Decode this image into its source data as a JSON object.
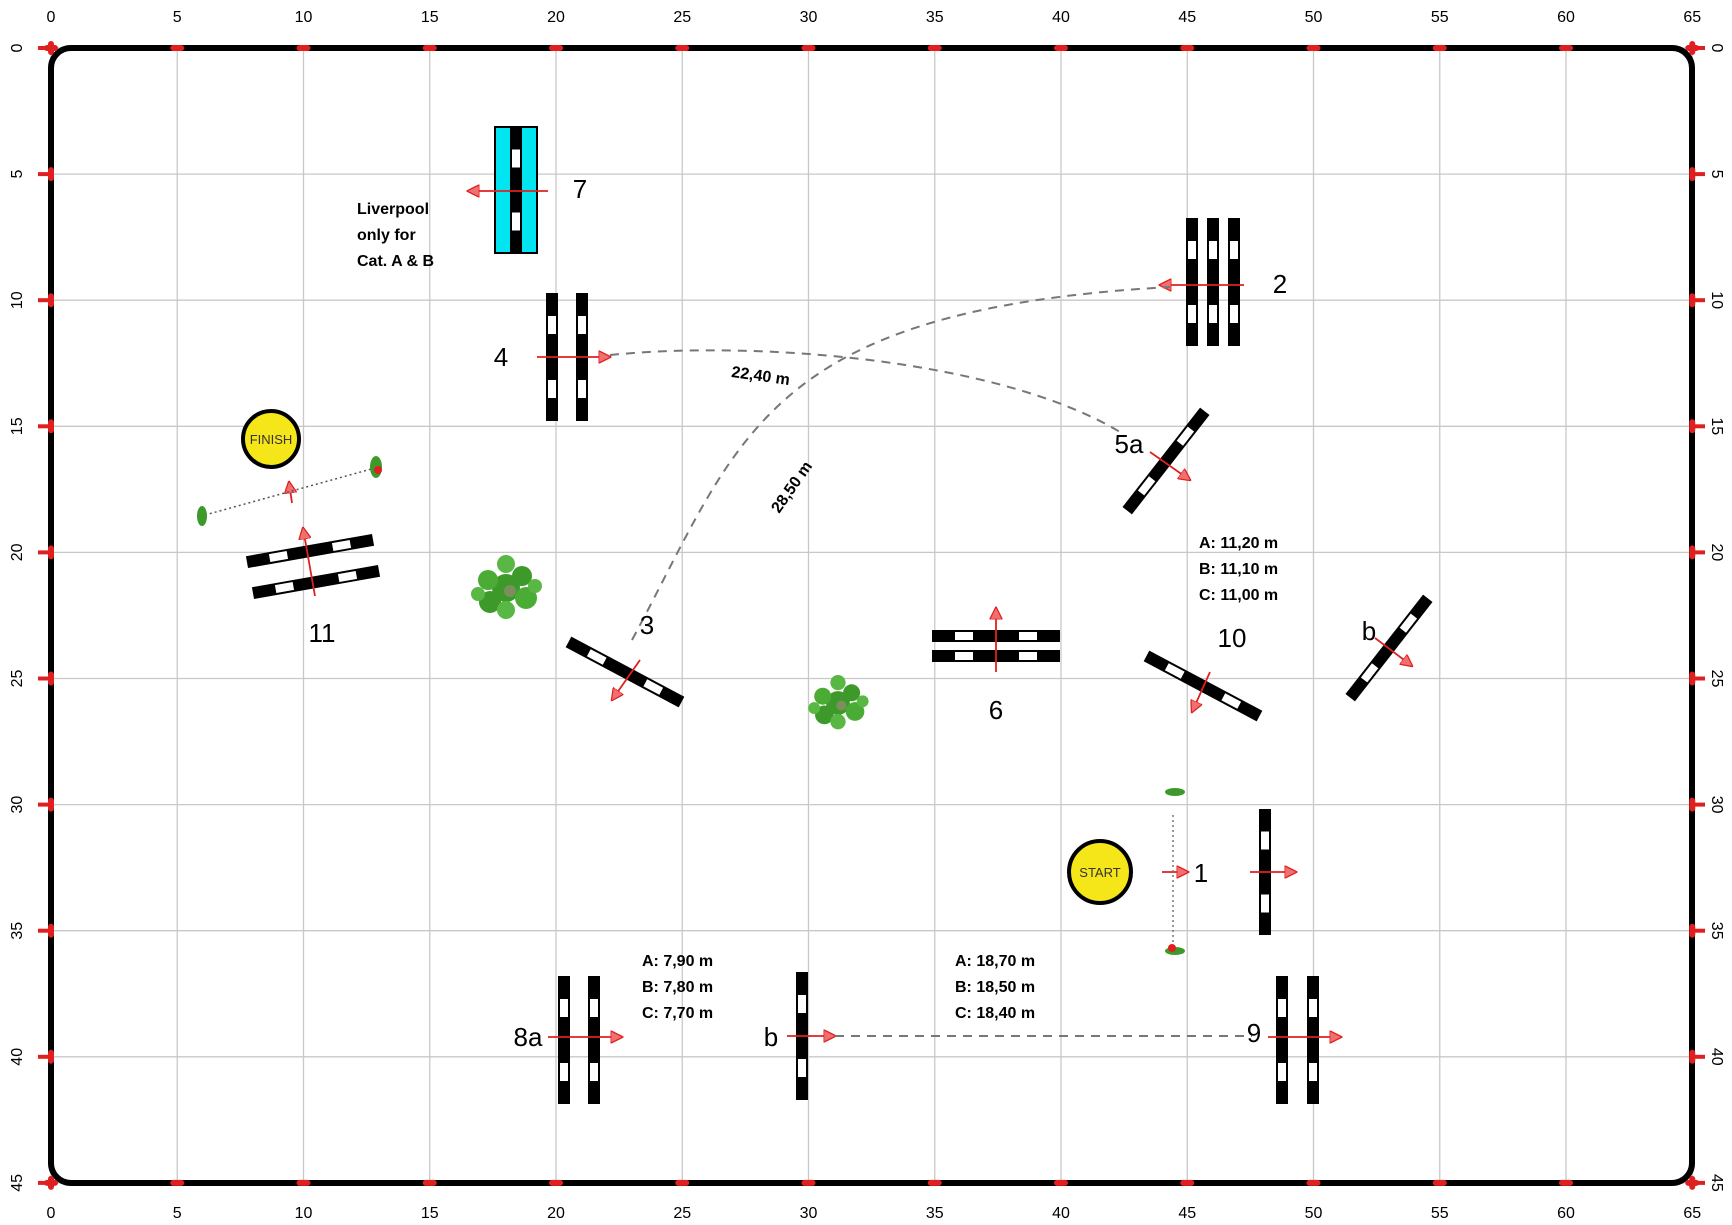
{
  "colors": {
    "grid": "#c8c8c8",
    "border": "#000000",
    "arrow": "#e02020",
    "arrow_fill": "#f07070",
    "liverpool": "#00e5f0",
    "badge": "#f5e61a",
    "path": "#777777",
    "bush": "#3d9a2a"
  },
  "axes": {
    "x_ticks": [
      "0",
      "5",
      "10",
      "15",
      "20",
      "25",
      "30",
      "35",
      "40",
      "45",
      "50",
      "55",
      "60",
      "65"
    ],
    "y_ticks": [
      "0",
      "5",
      "10",
      "15",
      "20",
      "25",
      "30",
      "35",
      "40",
      "45"
    ]
  },
  "badges": {
    "start": "START",
    "finish": "FINISH"
  },
  "obstacles": [
    {
      "id": "1",
      "label": "1"
    },
    {
      "id": "2",
      "label": "2"
    },
    {
      "id": "3",
      "label": "3"
    },
    {
      "id": "4",
      "label": "4"
    },
    {
      "id": "5a",
      "label": "5a"
    },
    {
      "id": "5b",
      "label": "b"
    },
    {
      "id": "6",
      "label": "6"
    },
    {
      "id": "7",
      "label": "7"
    },
    {
      "id": "8a",
      "label": "8a"
    },
    {
      "id": "8b",
      "label": "b"
    },
    {
      "id": "9",
      "label": "9"
    },
    {
      "id": "10",
      "label": "10"
    },
    {
      "id": "11",
      "label": "11"
    }
  ],
  "distances": {
    "d_4_5a": "22,40 m",
    "d_3_2": "28,50 m"
  },
  "notes": {
    "liverpool": [
      "Liverpool",
      "only for",
      "Cat. A & B"
    ],
    "combo_5": [
      "A: 11,20 m",
      "B: 11,10 m",
      "C: 11,00 m"
    ],
    "combo_8": [
      "A: 7,90 m",
      "B: 7,80 m",
      "C: 7,70 m"
    ],
    "dist_8_9": [
      "A: 18,70 m",
      "B: 18,50 m",
      "C: 18,40 m"
    ]
  }
}
